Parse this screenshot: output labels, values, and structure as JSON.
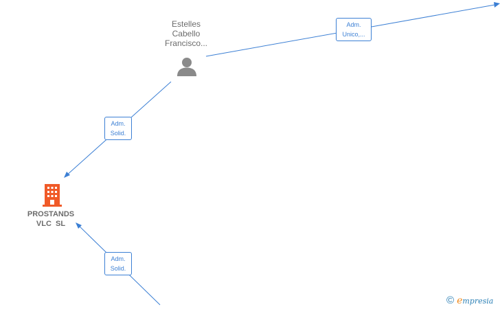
{
  "person": {
    "name_lines": [
      "Estelles",
      "Cabello",
      "Francisco..."
    ],
    "icon": "person-icon",
    "color": "#8a8a8a"
  },
  "company": {
    "name_lines": [
      "PROSTANDS",
      "VLC  SL"
    ],
    "icon": "building-icon",
    "color": "#f05a28"
  },
  "edges": [
    {
      "id": "edge-person-offscreen",
      "label_lines": [
        "Adm.",
        "Unico,..."
      ]
    },
    {
      "id": "edge-person-company",
      "label_lines": [
        "Adm.",
        "Solid."
      ]
    },
    {
      "id": "edge-offscreen-company",
      "label_lines": [
        "Adm.",
        "Solid."
      ]
    }
  ],
  "brand": {
    "copyright_symbol": "©",
    "first_letter": "e",
    "rest": "mpresia"
  },
  "colors": {
    "edge": "#3b7fd4",
    "label_text": "#6b6b6b",
    "brand": "#2a7fb5",
    "brand_accent": "#f08a1c"
  }
}
